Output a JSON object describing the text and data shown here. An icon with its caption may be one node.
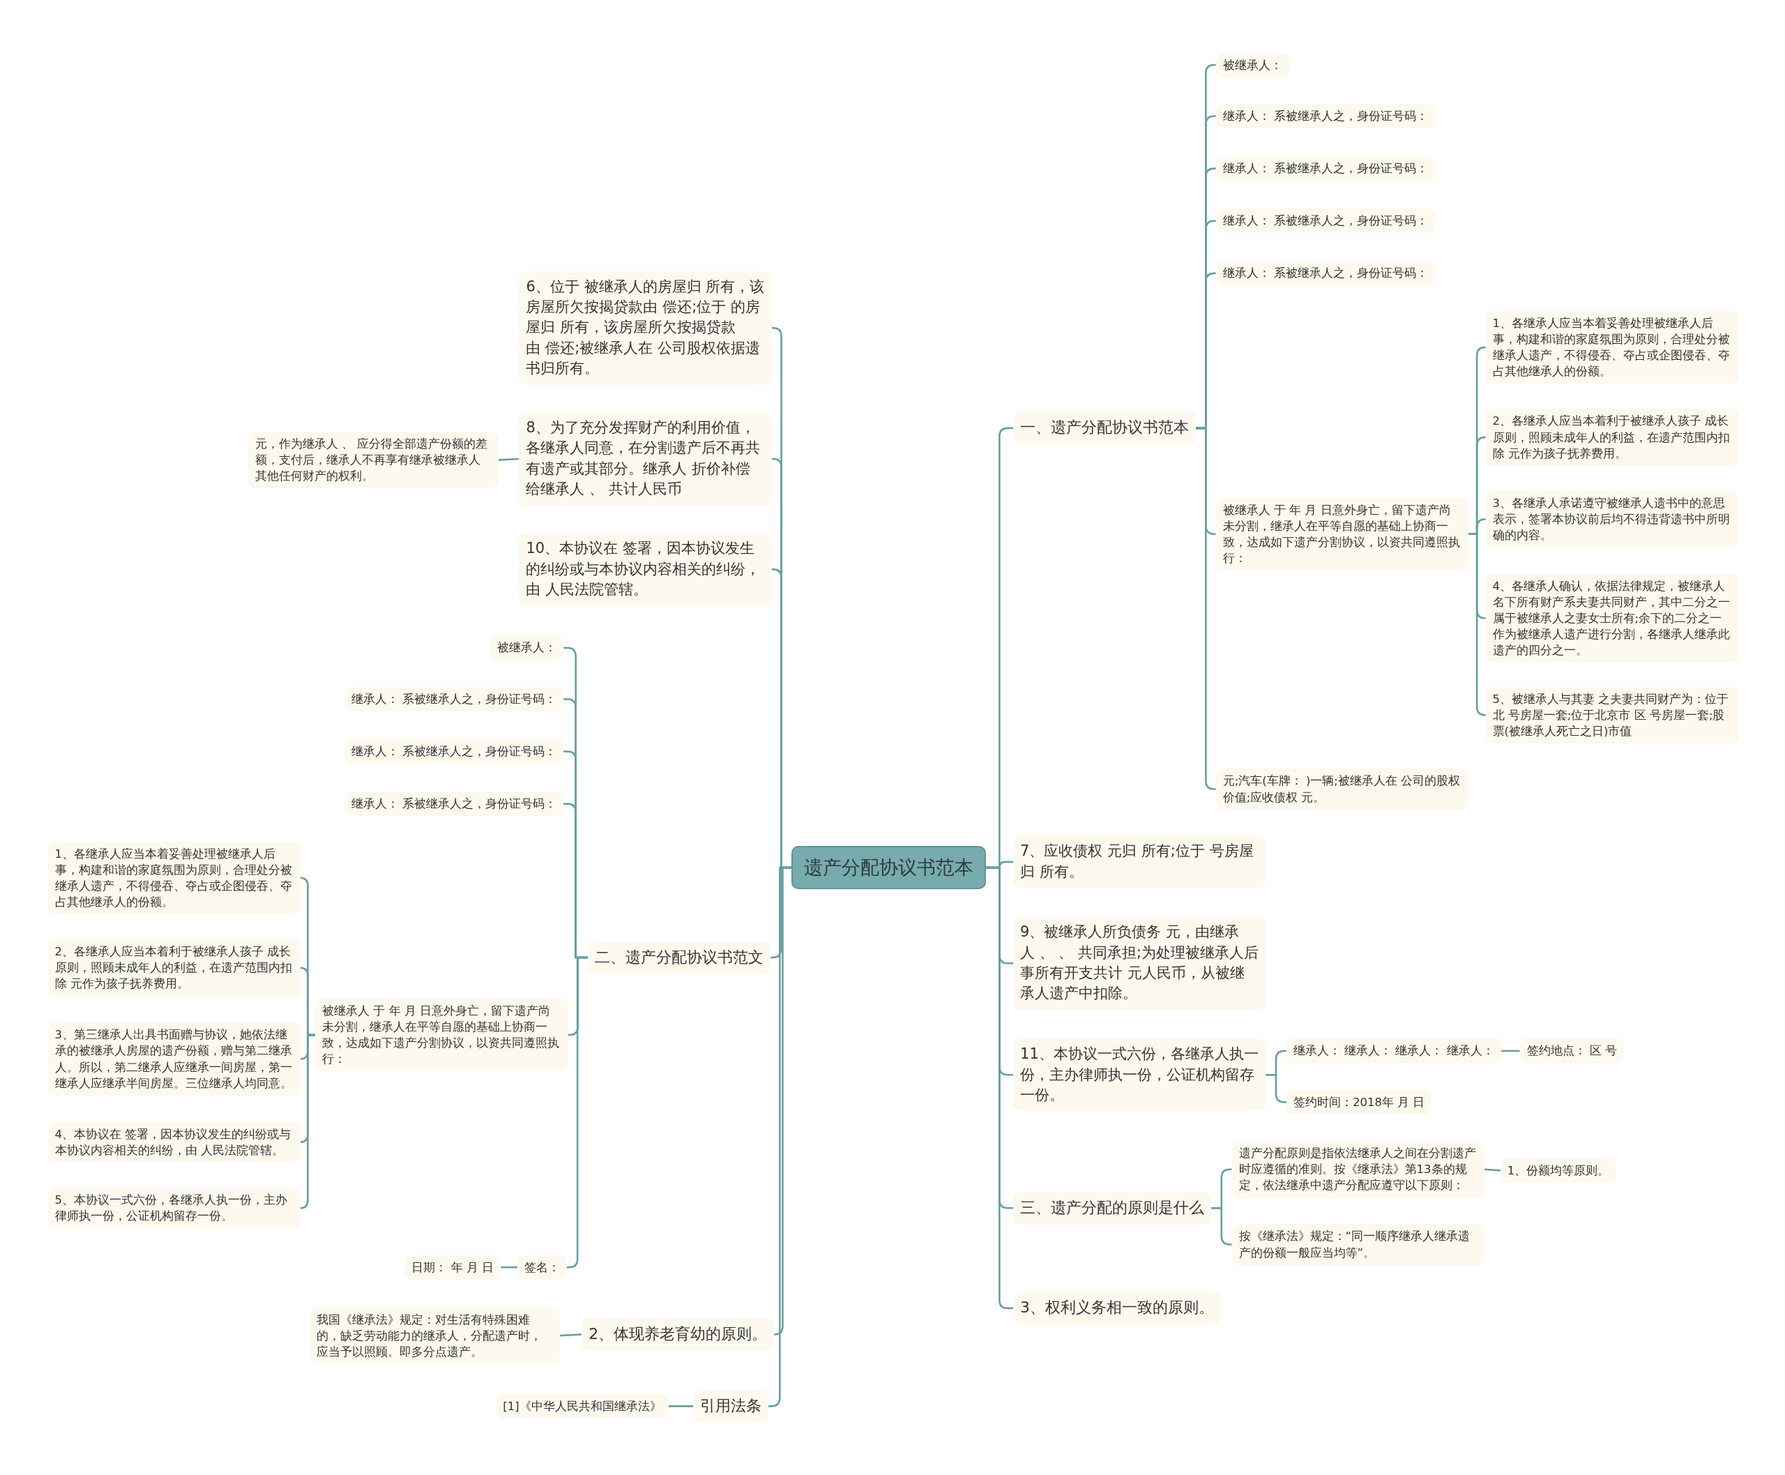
{
  "diagram": {
    "nodes": [
      {
        "text": [
          "遗产分配协议书范本"
        ]
      },
      {
        "text": [
          "一、遗产分配协议书范本"
        ]
      },
      {
        "text": [
          "被继承人："
        ]
      },
      {
        "text": [
          "继承人： 系被继承人之，身份证号码："
        ]
      },
      {
        "text": [
          "继承人： 系被继承人之，身份证号码："
        ]
      },
      {
        "text": [
          "继承人： 系被继承人之，身份证号码："
        ]
      },
      {
        "text": [
          "继承人： 系被继承人之，身份证号码："
        ]
      },
      {
        "text": [
          "被继承人 于 年 月 日意外身亡，留下遗产尚未分割，继承人在平等自愿的基础上协商一致，达成如下遗产分割协议，以资共同遵照执行："
        ]
      },
      {
        "text": [
          "1、各继承人应当本着妥善处理被继承人后事，构建和谐的家庭氛围为原则，合理处分被继承人遗产，不得侵吞、夺占或企图侵吞、夺占其他继承人的份额。"
        ]
      },
      {
        "text": [
          "2、各继承人应当本着利于被继承人孩子 成长原则，照顾未成年人的利益，在遗产范围内扣除 元作为孩子抚养费用。"
        ]
      },
      {
        "text": [
          "3、各继承人承诺遵守被继承人遗书中的意思表示，签署本协议前后均不得违背遗书中所明确的内容。"
        ]
      },
      {
        "text": [
          "4、各继承人确认，依据法律规定，被继承人名下所有财产系夫妻共同财产，其中二分之一属于被继承人之妻女士所有;余下的二分之一作为被继承人遗产进行分割，各继承人继承此遗产的四分之一。"
        ]
      },
      {
        "text": [
          "5、被继承人与其妻 之夫妻共同财产为：位于北 号房屋一套;位于北京市 区 号房屋一套;股票(被继承人死亡之日)市值"
        ]
      },
      {
        "text": [
          "元;汽车(车牌： )一辆;被继承人在 公司的股权价值;应收债权 元。"
        ]
      },
      {
        "text": [
          "7、应收债权 元归 所有;位于 号房屋归 所有。"
        ]
      },
      {
        "text": [
          "9、被继承人所负债务 元，由继承人 、 、 共同承担;为处理被继承人后事所有开支共计 元人民币，从被继承人遗产中扣除。"
        ]
      },
      {
        "text": [
          "11、本协议一式六份，各继承人执一份，主办律师执一份，公证机构留存一份。"
        ]
      },
      {
        "text": [
          "继承人： 继承人： 继承人： 继承人："
        ]
      },
      {
        "text": [
          "签约地点： 区 号"
        ]
      },
      {
        "text": [
          "签约时间：2018年 月 日"
        ]
      },
      {
        "text": [
          "三、遗产分配的原则是什么"
        ]
      },
      {
        "text": [
          "遗产分配原则是指依法继承人之间在分割遗产时应遵循的准则。按《继承法》第13条的规定，依法继承中遗产分配应遵守以下原则："
        ]
      },
      {
        "text": [
          "1、份额均等原则。"
        ]
      },
      {
        "text": [
          "按《继承法》规定：“同一顺序继承人继承遗产的份额一般应当均等”。"
        ]
      },
      {
        "text": [
          "3、权利义务相一致的原则。"
        ]
      },
      {
        "text": [
          "6、位于 被继承人的房屋归 所有，该房屋所欠按揭贷款由 偿还;位于 的房屋归 所有，该房屋所欠按揭贷款由 偿还;被继承人在 公司股权依据遗书归所有。"
        ]
      },
      {
        "text": [
          "8、为了充分发挥财产的利用价值，各继承人同意，在分割遗产后不再共有遗产或其部分。继承人 折价补偿给继承人 、 共计人民币"
        ]
      },
      {
        "text": [
          "元，作为继承人 、 应分得全部遗产份额的差额，支付后，继承人不再享有继承被继承人其他任何财产的权利。"
        ]
      },
      {
        "text": [
          "10、本协议在 签署，因本协议发生的纠纷或与本协议内容相关的纠纷，由 人民法院管辖。"
        ]
      },
      {
        "text": [
          "二、遗产分配协议书范文"
        ]
      },
      {
        "text": [
          "被继承人："
        ]
      },
      {
        "text": [
          "继承人： 系被继承人之，身份证号码："
        ]
      },
      {
        "text": [
          "继承人： 系被继承人之，身份证号码："
        ]
      },
      {
        "text": [
          "继承人： 系被继承人之，身份证号码："
        ]
      },
      {
        "text": [
          "被继承人 于 年 月 日意外身亡，留下遗产尚未分割，继承人在平等自愿的基础上协商一致，达成如下遗产分割协议，以资共同遵照执行："
        ]
      },
      {
        "text": [
          "1、各继承人应当本着妥善处理被继承人后事，构建和谐的家庭氛围为原则，合理处分被继承人遗产，不得侵吞、夺占或企图侵吞、夺占其他继承人的份额。"
        ]
      },
      {
        "text": [
          "2、各继承人应当本着利于被继承人孩子 成长原则，照顾未成年人的利益，在遗产范围内扣除 元作为孩子抚养费用。"
        ]
      },
      {
        "text": [
          "3、第三继承人出具书面赠与协议，她依法继承的被继承人房屋的遗产份额，赠与第二继承人。所以，第二继承人应继承一间房屋，第一继承人应继承半间房屋。三位继承人均同意。"
        ]
      },
      {
        "text": [
          "4、本协议在 签署，因本协议发生的纠纷或与本协议内容相关的纠纷，由 人民法院管辖。"
        ]
      },
      {
        "text": [
          "5、本协议一式六份，各继承人执一份，主办律师执一份，公证机构留存一份。"
        ]
      },
      {
        "text": [
          "签名："
        ]
      },
      {
        "text": [
          "日期： 年 月 日"
        ]
      },
      {
        "text": [
          "2、体现养老育幼的原则。"
        ]
      },
      {
        "text": [
          "我国《继承法》规定：对生活有特殊困难的，缺乏劳动能力的继承人，分配遗产时，应当予以照顾。即多分点遗产。"
        ]
      },
      {
        "text": [
          "引用法条"
        ]
      },
      {
        "text": [
          "[1]《中华人民共和国继承法》"
        ]
      }
    ],
    "edges": [
      {
        "from": 0,
        "to": 1,
        "arrow": "none"
      },
      {
        "from": 1,
        "to": 2,
        "arrow": "none"
      },
      {
        "from": 1,
        "to": 3,
        "arrow": "none"
      },
      {
        "from": 1,
        "to": 4,
        "arrow": "none"
      },
      {
        "from": 1,
        "to": 5,
        "arrow": "none"
      },
      {
        "from": 1,
        "to": 6,
        "arrow": "none"
      },
      {
        "from": 1,
        "to": 7,
        "arrow": "none"
      },
      {
        "from": 7,
        "to": 8,
        "arrow": "none"
      },
      {
        "from": 7,
        "to": 9,
        "arrow": "none"
      },
      {
        "from": 7,
        "to": 10,
        "arrow": "none"
      },
      {
        "from": 7,
        "to": 11,
        "arrow": "none"
      },
      {
        "from": 7,
        "to": 12,
        "arrow": "none"
      },
      {
        "from": 1,
        "to": 13,
        "arrow": "none"
      },
      {
        "from": 0,
        "to": 14,
        "arrow": "none"
      },
      {
        "from": 0,
        "to": 15,
        "arrow": "none"
      },
      {
        "from": 0,
        "to": 16,
        "arrow": "none"
      },
      {
        "from": 16,
        "to": 17,
        "arrow": "none"
      },
      {
        "from": 17,
        "to": 18,
        "arrow": "none"
      },
      {
        "from": 16,
        "to": 19,
        "arrow": "none"
      },
      {
        "from": 0,
        "to": 20,
        "arrow": "none"
      },
      {
        "from": 20,
        "to": 21,
        "arrow": "none"
      },
      {
        "from": 21,
        "to": 22,
        "arrow": "none"
      },
      {
        "from": 20,
        "to": 23,
        "arrow": "none"
      },
      {
        "from": 0,
        "to": 24,
        "arrow": "none"
      },
      {
        "from": 0,
        "to": 25,
        "arrow": "none"
      },
      {
        "from": 0,
        "to": 26,
        "arrow": "none"
      },
      {
        "from": 26,
        "to": 27,
        "arrow": "none"
      },
      {
        "from": 0,
        "to": 28,
        "arrow": "none"
      },
      {
        "from": 0,
        "to": 29,
        "arrow": "none"
      },
      {
        "from": 29,
        "to": 30,
        "arrow": "none"
      },
      {
        "from": 29,
        "to": 31,
        "arrow": "none"
      },
      {
        "from": 29,
        "to": 32,
        "arrow": "none"
      },
      {
        "from": 29,
        "to": 33,
        "arrow": "none"
      },
      {
        "from": 29,
        "to": 34,
        "arrow": "none"
      },
      {
        "from": 34,
        "to": 35,
        "arrow": "none"
      },
      {
        "from": 34,
        "to": 36,
        "arrow": "none"
      },
      {
        "from": 34,
        "to": 37,
        "arrow": "none"
      },
      {
        "from": 34,
        "to": 38,
        "arrow": "none"
      },
      {
        "from": 34,
        "to": 39,
        "arrow": "none"
      },
      {
        "from": 29,
        "to": 40,
        "arrow": "none"
      },
      {
        "from": 40,
        "to": 41,
        "arrow": "none"
      },
      {
        "from": 0,
        "to": 42,
        "arrow": "none"
      },
      {
        "from": 42,
        "to": 43,
        "arrow": "none"
      },
      {
        "from": 0,
        "to": 44,
        "arrow": "none"
      },
      {
        "from": 44,
        "to": 45,
        "arrow": "none"
      }
    ]
  }
}
